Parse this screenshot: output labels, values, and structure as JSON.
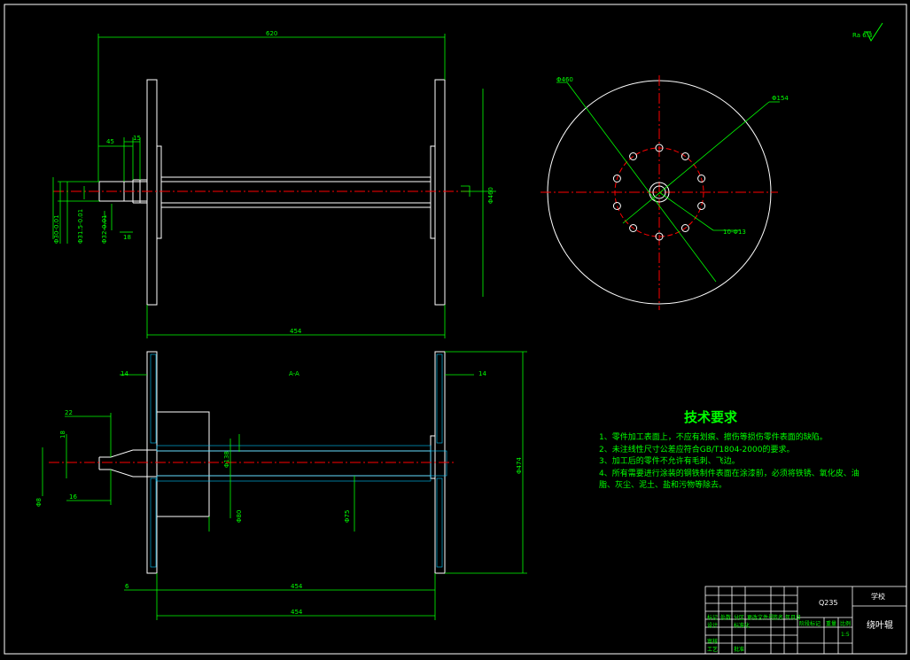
{
  "drawing": {
    "roughness_mark": "Ra 6.3",
    "front_view": {
      "dims": {
        "overall_length": "620",
        "flange_length": "454",
        "hub_len": "45",
        "hub_step": "15",
        "hub_small": "18",
        "diameter_right": "Φ460",
        "dia_a": "Φ30-0.01",
        "dia_b": "Φ31.5-0.01",
        "dia_c": "Φ32-0.01"
      }
    },
    "end_view": {
      "dims": {
        "outer_dia": "Φ460",
        "pitch_dia": "Φ154",
        "holes": "10-Φ13"
      }
    },
    "section_view": {
      "label": "A-A",
      "dims": {
        "left_thk": "14",
        "right_thk": "14",
        "key_22": "22",
        "key_18": "18",
        "key_16": "16",
        "shaft_dia": "Φ8",
        "tube_dia": "Φ138",
        "inner_dia": "Φ80",
        "bore_dia": "Φ75",
        "bottom_6": "6",
        "inner_len": "454",
        "outer_len": "454",
        "height": "Φ474"
      }
    }
  },
  "tech_req": {
    "title": "技术要求",
    "items": [
      "1、零件加工表面上，不应有划痕、擦伤等损伤零件表面的缺陷。",
      "2、未注线性尺寸公差应符合GB/T1804-2000的要求。",
      "3、加工后的零件不允许有毛刺、飞边。",
      "4、所有需要进行涂装的钢铁制件表面在涂漆前，必须将铁锈、氧化皮、油脂、灰尘、泥土、盐和污物等除去。"
    ]
  },
  "title_block": {
    "part_name": "绕叶辊",
    "material": "Q235",
    "org": "学校",
    "scale": "1:5",
    "cells": [
      "标记",
      "处数",
      "分区",
      "更改文件号",
      "签名",
      "年月日",
      "设计",
      "审核",
      "工艺",
      "批准",
      "标准化",
      "阶段标记",
      "重量",
      "比例"
    ]
  }
}
